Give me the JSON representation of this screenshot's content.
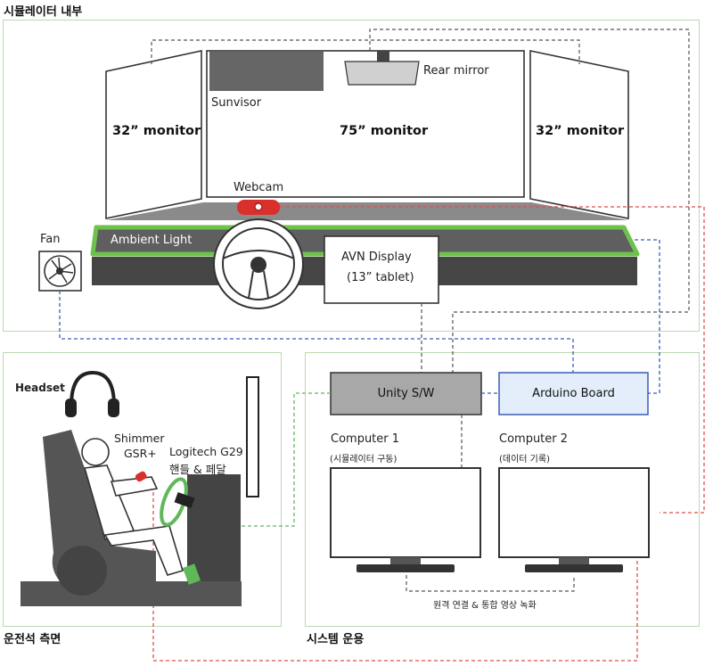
{
  "sections": {
    "interior_title": "시뮬레이터 내부",
    "driver_title": "운전석 측면",
    "system_title": "시스템 운용"
  },
  "interior": {
    "left_monitor": "32” monitor",
    "center_monitor": "75” monitor",
    "right_monitor": "32” monitor",
    "sunvisor": "Sunvisor",
    "rear_mirror": "Rear mirror",
    "webcam": "Webcam",
    "ambient_light": "Ambient Light",
    "fan": "Fan",
    "avn_display_line1": "AVN Display",
    "avn_display_line2": "(13” tablet)"
  },
  "driver": {
    "headset": "Headset",
    "shimmer_line1": "Shimmer",
    "shimmer_line2": "GSR+",
    "logitech_line1": "Logitech G29",
    "logitech_line2": "핸들 & 페달"
  },
  "system": {
    "unity": "Unity S/W",
    "arduino": "Arduino Board",
    "computer1": "Computer 1",
    "computer1_sub": "(시뮬레이터 구동)",
    "computer2": "Computer 2",
    "computer2_sub": "(데이터 기록)",
    "remote_link": "원격 연결 & 통합 영상 녹화"
  },
  "colors": {
    "panel_border": "#b9dcb0",
    "ambient_green": "#6cc24a",
    "webcam_red": "#d9302c",
    "line_red": "#e0504a",
    "line_blue": "#3b5fb8",
    "line_green": "#5fb85a",
    "dash_dark": "#555555",
    "unity_fill": "#a8a8a8",
    "arduino_fill": "#e3eefa",
    "arduino_border": "#3b5fb8"
  },
  "icons": {
    "fan": "fan-icon",
    "headset": "headset-icon",
    "webcam": "webcam-icon",
    "steering_wheel": "steering-wheel-icon"
  }
}
